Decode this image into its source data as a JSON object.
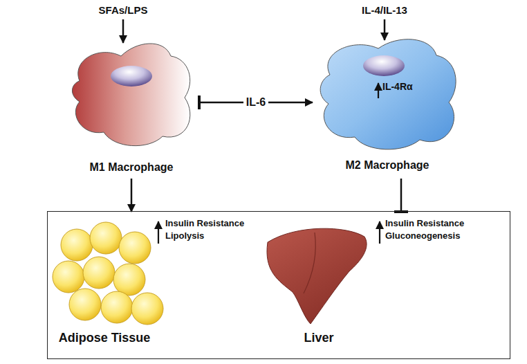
{
  "diagram": {
    "nodes": [
      {
        "text": [
          "M1 Macrophage"
        ]
      },
      {
        "text": [
          "IL-4Rα",
          "M2 Macrophage"
        ]
      },
      {
        "text": []
      },
      {
        "text": [
          "Insulin Resistance",
          "Lipolysis",
          "Adipose Tissue"
        ],
        "in": 2
      },
      {
        "text": [
          "Insulin Resistance",
          "Gluconeogenesis",
          "Liver"
        ],
        "in": 2
      }
    ],
    "edges": [
      {
        "from": 0,
        "to": 1,
        "label": "IL-6",
        "arrow": "both"
      },
      {
        "from": 0,
        "to": 3,
        "arrow": "to"
      },
      {
        "from": 1,
        "to": 4,
        "arrow": "to"
      }
    ],
    "labels": [
      "SFAs/LPS",
      "IL-4/IL-13"
    ]
  }
}
